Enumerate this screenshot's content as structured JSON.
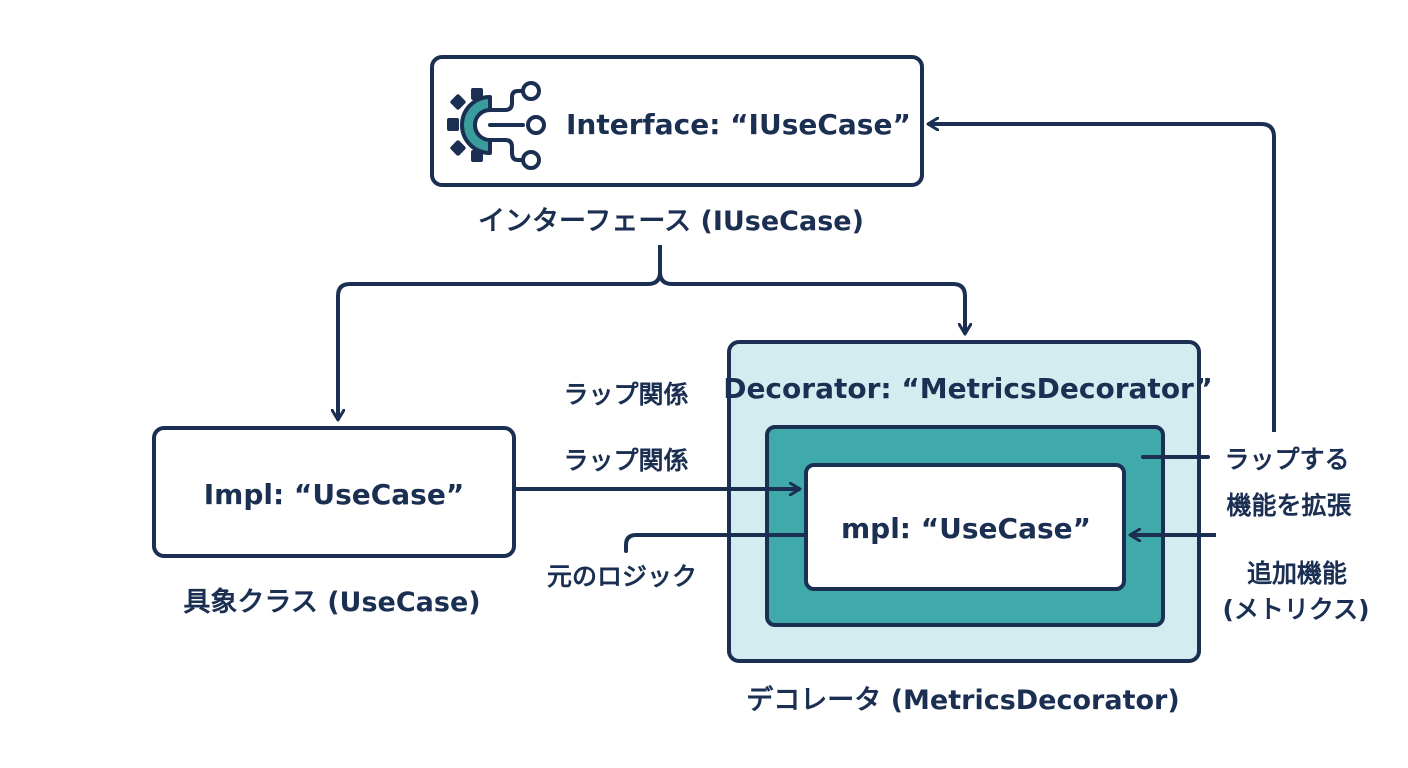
{
  "interface": {
    "box_label": "Interface: “IUseCase”",
    "caption": "インターフェース (IUseCase)",
    "icon": "gear-circuit-icon"
  },
  "impl": {
    "box_label": "Impl: “UseCase”",
    "caption": "具象クラス (UseCase)"
  },
  "decorator": {
    "box_label": "Decorator: “MetricsDecorator”",
    "inner_label": "mpl: “UseCase”",
    "caption": "デコレータ (MetricsDecorator)"
  },
  "notes": {
    "wrap_relation_1": "ラップ関係",
    "wrap_relation_2": "ラップ関係",
    "original_logic": "元のロジック",
    "wraps": "ラップする",
    "extends_function": "機能を拡張",
    "added_function": "追加機能",
    "metrics": "(メトリクス)"
  },
  "colors": {
    "navy": "#1b2f52",
    "teal": "#40aaaa",
    "light_teal": "#d2ecef",
    "icon_teal": "#3a9c9c"
  }
}
